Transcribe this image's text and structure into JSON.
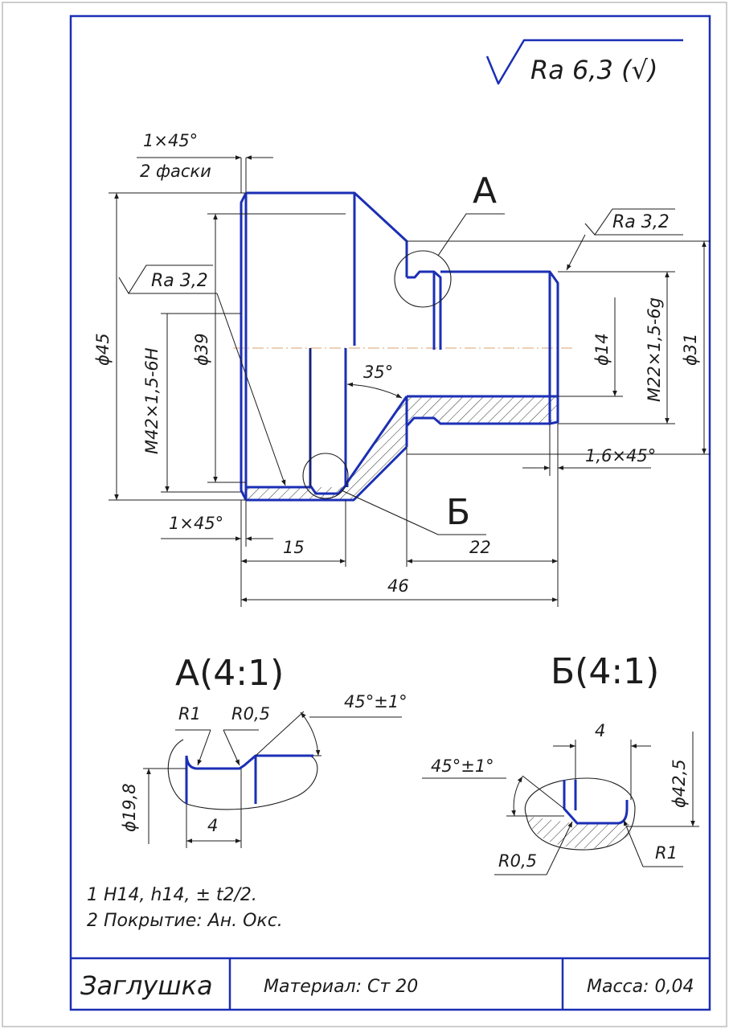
{
  "roughness": {
    "general": "Ra 6,3 (√)",
    "surface_1": "Ra 3,2",
    "surface_2": "Ra 3,2"
  },
  "view_labels": {
    "a": "А",
    "b": "Б",
    "detail_a": "А(4:1)",
    "detail_b": "Б(4:1)"
  },
  "dims": {
    "chamfer_top": "1×45°",
    "chamfer_top_note": "2 фаски",
    "phi45": "ϕ45",
    "thread_m42": "M42×1,5-6H",
    "phi39": "ϕ39",
    "angle35": "35°",
    "phi14": "ϕ14",
    "thread_m22": "M22×1,5-6g",
    "phi31": "ϕ31",
    "chamfer_right": "1,6×45°",
    "chamfer_bottom": "1×45°",
    "len15": "15",
    "len22": "22",
    "len46": "46"
  },
  "detail_a": {
    "r1": "R1",
    "r05": "R0,5",
    "angle": "45°±1°",
    "diam": "ϕ19,8",
    "width": "4"
  },
  "detail_b": {
    "width": "4",
    "angle": "45°±1°",
    "diam": "ϕ42,5",
    "r05": "R0,5",
    "r1": "R1"
  },
  "notes": {
    "line1": "1 H14, h14, ± t2/2.",
    "line2": "2 Покрытие: Ан. Окс."
  },
  "title_block": {
    "name": "Заглушка",
    "material": "Материал: Ст 20",
    "mass": "Масса: 0,04"
  }
}
